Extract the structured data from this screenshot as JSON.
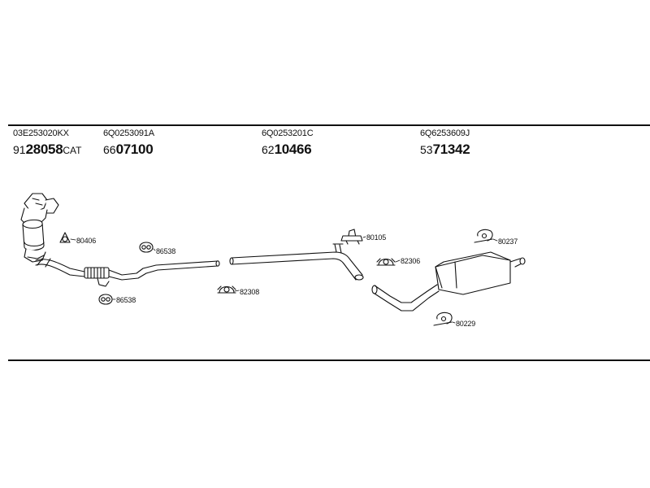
{
  "parts": [
    {
      "oem": "03E253020KX",
      "prefix": "91",
      "number": "28058",
      "suffix": "CAT"
    },
    {
      "oem": "6Q0253091A",
      "prefix": "66",
      "number": "07100",
      "suffix": ""
    },
    {
      "oem": "6Q0253201C",
      "prefix": "62",
      "number": "10466",
      "suffix": ""
    },
    {
      "oem": "6Q6253609J",
      "prefix": "53",
      "number": "71342",
      "suffix": ""
    }
  ],
  "callouts": {
    "bracket_80406": "80406",
    "mount_86538_upper": "86538",
    "mount_86538_lower": "86538",
    "clamp_82308": "82308",
    "hanger_80105": "80105",
    "clamp_82306": "82306",
    "hanger_80237": "80237",
    "hanger_80229": "80229"
  }
}
